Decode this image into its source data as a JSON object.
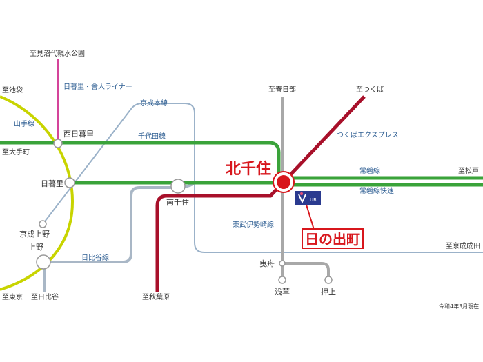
{
  "colors": {
    "jr_green": "#3aa33a",
    "yamanote_yellow": "#c8d400",
    "tx_red": "#a8102a",
    "hibiya_silver": "#a9b7c6",
    "keisei_blue": "#9bb2c9",
    "nippori_toneri_pink": "#d4449a",
    "tobu_gray": "#a8a8a8",
    "line_label_blue": "#2f5f93",
    "highlight_red": "#d8161c"
  },
  "lines": {
    "nippori_toneri": "日暮里・舎人ライナー",
    "keisei_main": "京成本線",
    "chiyoda": "千代田線",
    "yamanote": "山手線",
    "tsukuba_express": "つくばエクスプレス",
    "joban": "常磐線",
    "joban_rapid": "常磐線快速",
    "tobu_isesaki": "東武伊勢崎線",
    "hibiya": "日比谷線"
  },
  "stations": {
    "kitasenju": "北千住",
    "nishi_nippori": "西日暮里",
    "nippori": "日暮里",
    "minami_senju": "南千住",
    "keisei_ueno": "京成上野",
    "ueno": "上野",
    "hikifune": "曳舟",
    "asakusa": "浅草",
    "oshiage": "押上"
  },
  "directions": {
    "minuma": "至見沼代親水公園",
    "ikebukuro": "至池袋",
    "otemachi": "至大手町",
    "kasukabe": "至春日部",
    "tsukuba": "至つくば",
    "matsudo": "至松戸",
    "narita": "至京成成田",
    "tokyo": "至東京",
    "hibiya": "至日比谷",
    "akihabara": "至秋葉原"
  },
  "marker": {
    "logo_text": "UR",
    "label": "日の出町"
  },
  "note": "令和4年3月現在"
}
